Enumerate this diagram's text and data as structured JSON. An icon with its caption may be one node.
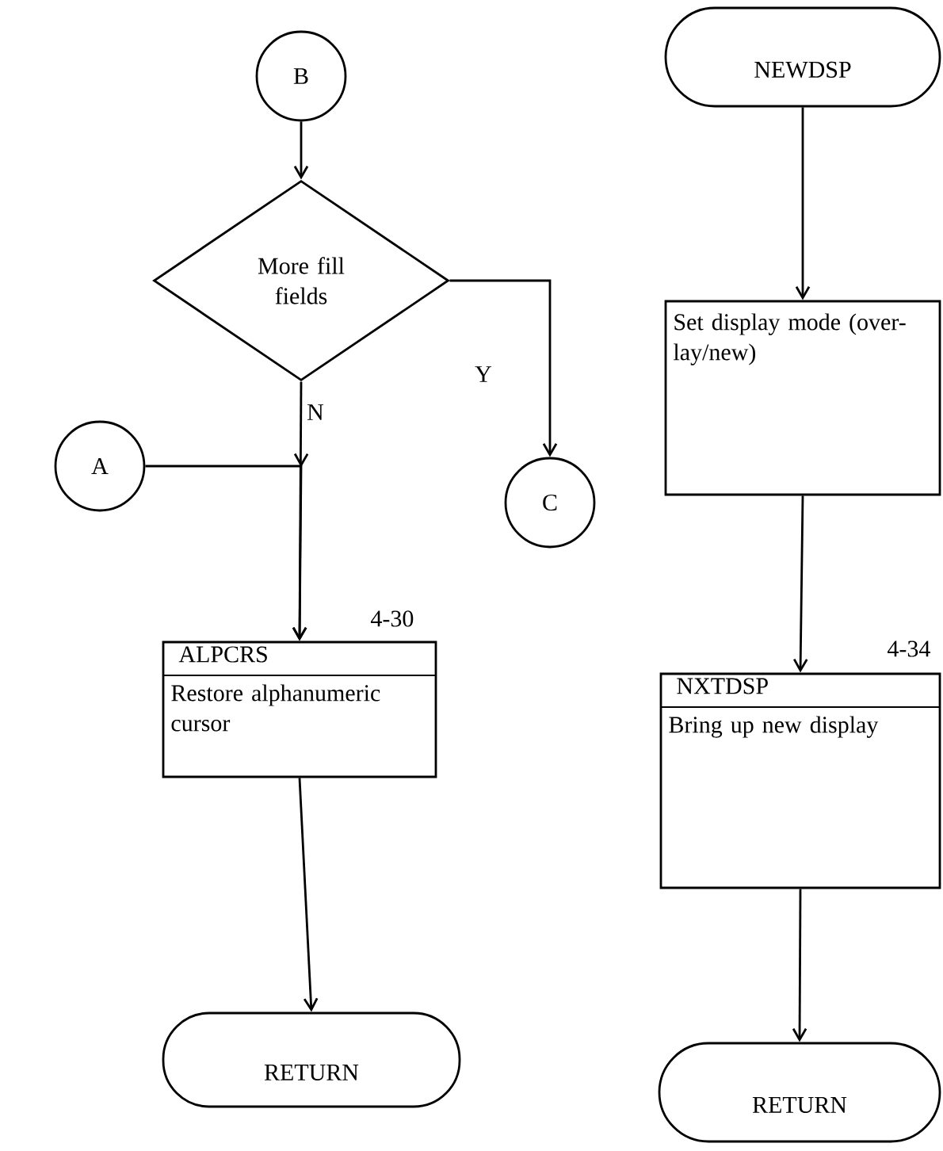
{
  "diagram": {
    "nodes": [
      {
        "text": [
          "B"
        ]
      },
      {
        "text": [
          "More fill fields"
        ]
      },
      {
        "text": [
          "C"
        ]
      },
      {
        "text": [
          "A"
        ]
      },
      {
        "text": [
          "ALPCRS",
          "Restore alphanumeric cursor"
        ],
        "beside": [
          "4-30"
        ]
      },
      {
        "text": [
          "RETURN"
        ]
      },
      {
        "text": [
          "NEWDSP"
        ]
      },
      {
        "text": [
          "Set display mode (over- lay/new)"
        ]
      },
      {
        "text": [
          "NXTDSP",
          "Bring up new display"
        ],
        "beside": [
          "4-34"
        ]
      },
      {
        "text": [
          "RETURN"
        ]
      }
    ],
    "edges": [
      {
        "from": 0,
        "to": 1,
        "arrow": "to"
      },
      {
        "from": 1,
        "to": 2,
        "arrow": "to",
        "label": "Y"
      },
      {
        "from": 1,
        "to": 4,
        "arrow": "to",
        "label": "N"
      },
      {
        "from": 3,
        "to": 4,
        "arrow": "to"
      },
      {
        "from": 4,
        "to": 5,
        "arrow": "to"
      },
      {
        "from": 6,
        "to": 7,
        "arrow": "to"
      },
      {
        "from": 7,
        "to": 8,
        "arrow": "to"
      },
      {
        "from": 8,
        "to": 9,
        "arrow": "to"
      }
    ]
  }
}
